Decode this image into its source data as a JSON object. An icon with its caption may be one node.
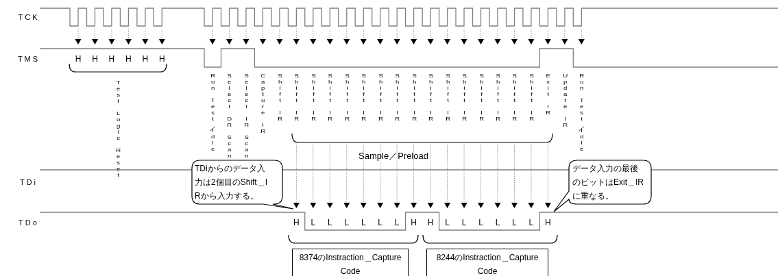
{
  "diagram": {
    "nodes": [
      {
        "text": [
          "TDiからのデータ入力は2個目のShift＿IRから入力する。"
        ]
      },
      {
        "text": [
          "データ入力の最後のビットはExit＿IRに重なる。"
        ]
      },
      {
        "text": [
          "8374のInstraction＿Capture Code"
        ]
      },
      {
        "text": [
          "8244のInstraction＿Capture Code"
        ]
      }
    ],
    "labels": [
      "TCK",
      "TMS",
      "H",
      "H",
      "H",
      "H",
      "H",
      "H",
      "Test Logic Reset",
      "Run Test／Idle",
      "Select DR Scan",
      "Select IR Scan",
      "Capture IR",
      "Shift IR",
      "Shift IR",
      "Shift IR",
      "Shift IR",
      "Shift IR",
      "Shift IR",
      "Shift IR",
      "Shift IR",
      "Shift IR",
      "Shift IR",
      "Shift IR",
      "Shift IR",
      "Shift IR",
      "Shift IR",
      "Shift IR",
      "Shift IR",
      "Exit IR",
      "Update IR",
      "Run Test／Idle",
      "Sample／Preload",
      "TDi",
      "TDo",
      "H",
      "L",
      "L",
      "L",
      "L",
      "L",
      "L",
      "H",
      "H",
      "L",
      "L",
      "L",
      "L",
      "L",
      "L",
      "H"
    ]
  }
}
